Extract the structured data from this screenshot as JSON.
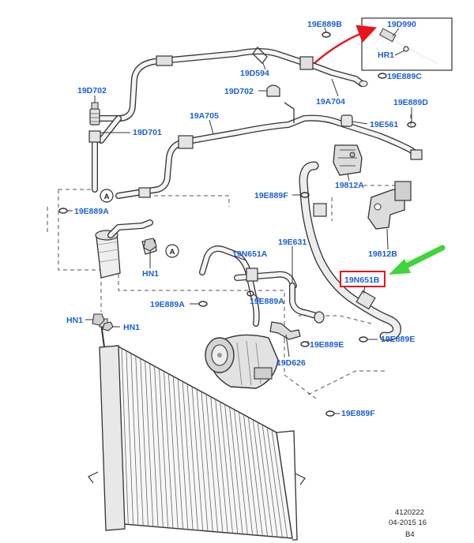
{
  "labels": {
    "p19E889B": "19E889B",
    "p19D990": "19D990",
    "pHR1_top": "HR1",
    "p19E889C": "19E889C",
    "p19D594": "19D594",
    "p19D702_left": "19D702",
    "p19D702_mid": "19D702",
    "p19A704": "19A704",
    "p19E889D": "19E889D",
    "p19A705": "19A705",
    "p19E561": "19E561",
    "p19D701": "19D701",
    "p19812A": "19812A",
    "p19E889F_mid": "19E889F",
    "p19E889A_left": "19E889A",
    "p19812B": "19812B",
    "p19N651A": "19N651A",
    "p19E631": "19E631",
    "pHN1_mid": "HN1",
    "p19N651B": "19N651B",
    "p19E889A_mid1": "19E889A",
    "p19E889A_mid2": "19E889A",
    "pHN1_left": "HN1",
    "pHN1_right": "HN1",
    "p19E889E_right": "19E889E",
    "p19E889E_mid": "19E889E",
    "p19D626": "19D626",
    "p19E889F_bottom": "19E889F",
    "callout_A1": "A",
    "callout_A2": "A"
  },
  "reference": {
    "drawing_number": "4120222",
    "date": "04-2015 16",
    "code": "B4"
  },
  "highlight": {
    "part": "19N651B",
    "box_color": "#e8141c",
    "arrow_color": "#3fd43a"
  },
  "colors": {
    "label_blue": "#1a5fd6",
    "line_gray": "#333333",
    "detail_arrow_red": "#e8141c"
  }
}
